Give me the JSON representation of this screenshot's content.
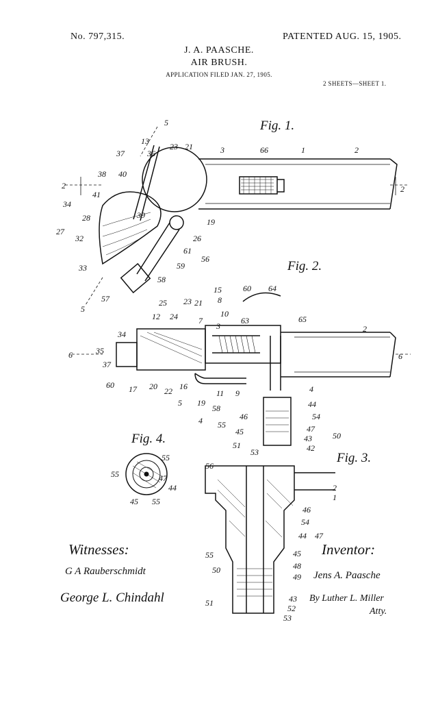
{
  "header": {
    "patent_no": "No. 797,315.",
    "patented": "PATENTED AUG. 15, 1905.",
    "inventor_name": "J. A. PAASCHE.",
    "title": "AIR BRUSH.",
    "application": "APPLICATION FILED JAN. 27, 1905.",
    "sheets": "2 SHEETS—SHEET 1."
  },
  "figures": {
    "fig1": "Fig. 1.",
    "fig2": "Fig. 2.",
    "fig3": "Fig. 3.",
    "fig4": "Fig. 4."
  },
  "fig1_labels": [
    "5",
    "13",
    "36",
    "23",
    "21",
    "3",
    "66",
    "1",
    "2",
    "37",
    "38",
    "40",
    "2",
    "2",
    "41",
    "34",
    "28",
    "39",
    "19",
    "27",
    "32",
    "26",
    "61",
    "56",
    "33",
    "59",
    "58",
    "57",
    "5"
  ],
  "fig2_labels": [
    "15",
    "8",
    "60",
    "64",
    "25",
    "23",
    "21",
    "12",
    "24",
    "7",
    "10",
    "63",
    "65",
    "2",
    "34",
    "3",
    "35",
    "6",
    "6",
    "37",
    "60",
    "17",
    "20",
    "22",
    "16",
    "19",
    "11",
    "9",
    "4",
    "44",
    "54",
    "5",
    "58",
    "46",
    "47",
    "4",
    "55",
    "45",
    "43",
    "50",
    "51",
    "53",
    "42"
  ],
  "fig3_labels": [
    "56",
    "2",
    "1",
    "46",
    "54",
    "44",
    "47",
    "55",
    "45",
    "48",
    "50",
    "49",
    "43",
    "51",
    "52",
    "53"
  ],
  "fig4_labels": [
    "55",
    "55",
    "47",
    "44",
    "45",
    "55"
  ],
  "witnesses": {
    "heading": "Witnesses:",
    "witness1": "G A Rauberschmidt",
    "witness2": "George L. Chindahl"
  },
  "inventor": {
    "heading": "Inventor:",
    "signature": "Jens A. Paasche",
    "attorney": "By Luther L. Miller",
    "atty": "Atty."
  }
}
